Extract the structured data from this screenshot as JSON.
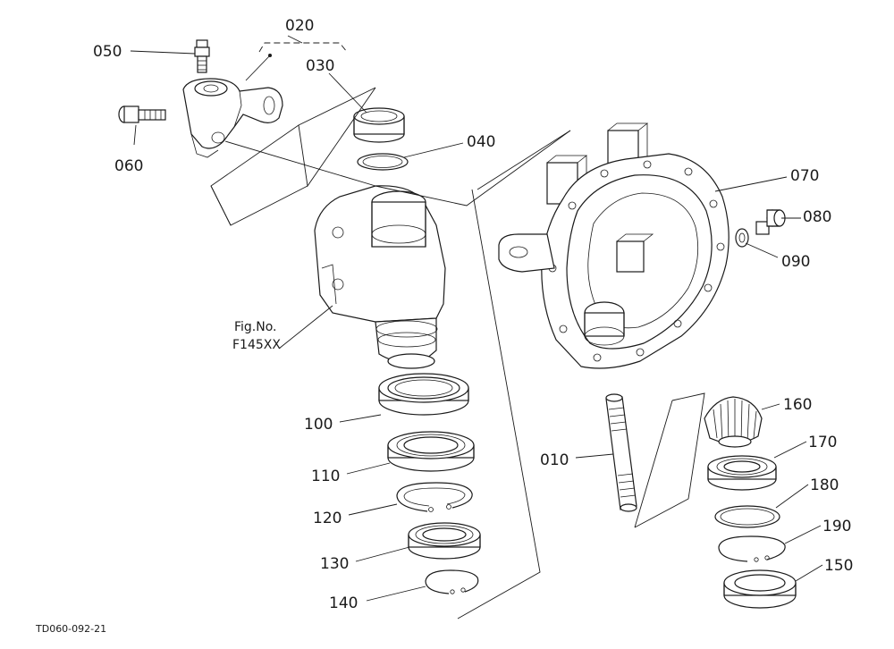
{
  "callouts": {
    "p010": "010",
    "p020": "020",
    "p030": "030",
    "p040": "040",
    "p050": "050",
    "p060": "060",
    "p070": "070",
    "p080": "080",
    "p090": "090",
    "p100": "100",
    "p110": "110",
    "p120": "120",
    "p130": "130",
    "p140": "140",
    "p150": "150",
    "p160": "160",
    "p170": "170",
    "p180": "180",
    "p190": "190"
  },
  "fig_ref": {
    "line1": "Fig.No.",
    "line2": "F145XX"
  },
  "drawing_code": "TD060-092-21"
}
